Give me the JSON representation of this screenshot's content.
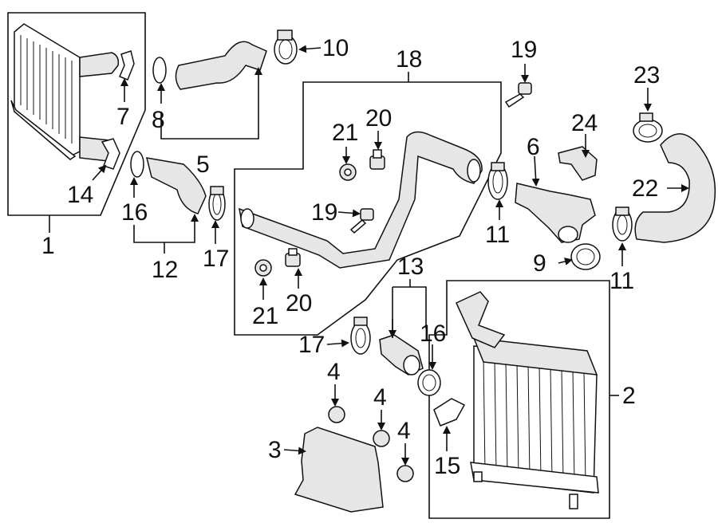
{
  "callouts": {
    "c1": "1",
    "c2": "2",
    "c3": "3",
    "c4a": "4",
    "c4b": "4",
    "c4c": "4",
    "c5": "5",
    "c6": "6",
    "c7": "7",
    "c8": "8",
    "c9": "9",
    "c10": "10",
    "c11a": "11",
    "c11b": "11",
    "c12": "12",
    "c13": "13",
    "c14": "14",
    "c15": "15",
    "c16a": "16",
    "c16b": "16",
    "c17a": "17",
    "c17b": "17",
    "c18": "18",
    "c19a": "19",
    "c19b": "19",
    "c20a": "20",
    "c20b": "20",
    "c21a": "21",
    "c21b": "21",
    "c22": "22",
    "c23": "23",
    "c24": "24"
  }
}
